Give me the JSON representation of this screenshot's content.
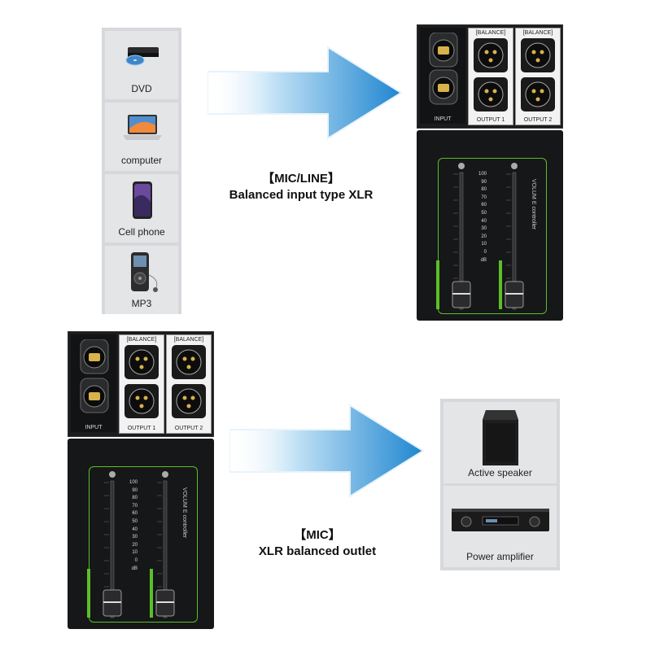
{
  "sources": [
    "DVD",
    "computer",
    "Cell phone",
    "MP3"
  ],
  "input_caption": {
    "line1": "【MIC/LINE】",
    "line2": "Balanced input type XLR"
  },
  "output_caption": {
    "line1": "【MIC】",
    "line2": "XLR balanced outlet"
  },
  "destinations": [
    "Active speaker",
    "Power amplifier"
  ],
  "device": {
    "balance_label": "[BALANCE]",
    "input_label": "INPUT",
    "output1_label": "OUTPUT 1",
    "output2_label": "OUTPUT 2",
    "volume_label": "VOLUM E  controller",
    "scale": [
      "100",
      "90",
      "80",
      "70",
      "60",
      "50",
      "40",
      "30",
      "20",
      "10",
      "0",
      "dB"
    ]
  },
  "colors": {
    "arrow": "#2a8fd6",
    "accent": "#5bbf2a",
    "device": "#161718"
  }
}
